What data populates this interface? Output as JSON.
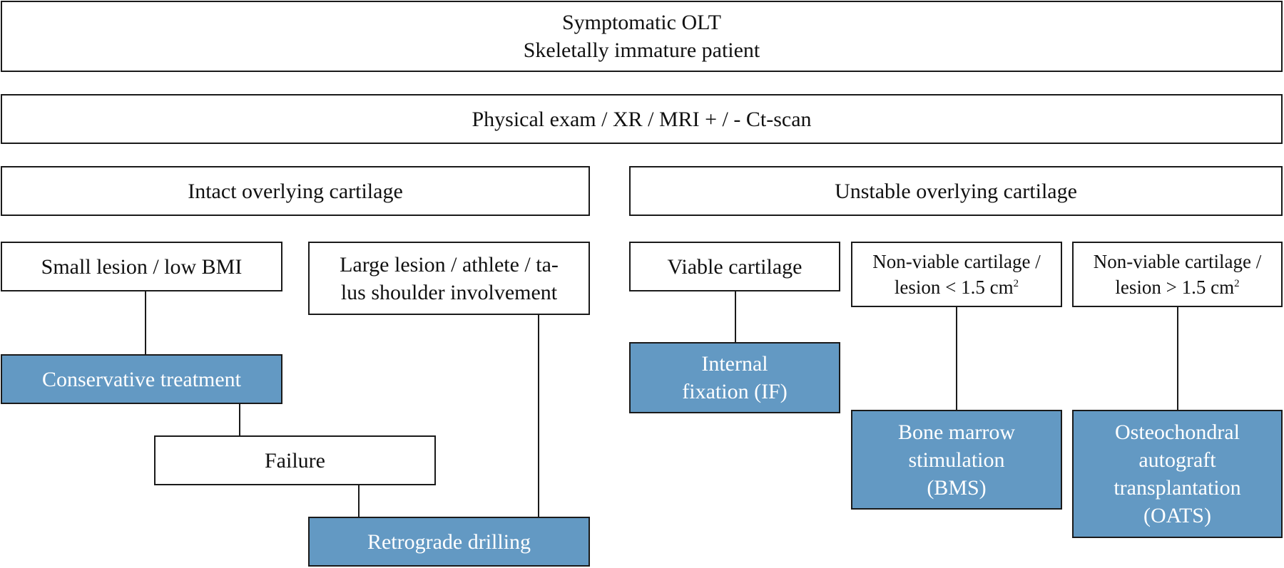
{
  "nodes": {
    "top": {
      "line1": "Symptomatic OLT",
      "line2": "Skeletally immature patient"
    },
    "diagnostics": {
      "text": "Physical exam / XR / MRI + / - Ct-scan"
    },
    "intact": {
      "text": "Intact overlying cartilage"
    },
    "unstable": {
      "text": "Unstable overlying cartilage"
    },
    "small_lesion": {
      "text": "Small lesion / low BMI"
    },
    "large_lesion": {
      "line1": "Large lesion / athlete / ta-",
      "line2": "lus shoulder involvement"
    },
    "viable": {
      "text": "Viable cartilage"
    },
    "nonviable_small": {
      "line1": "Non-viable cartilage /",
      "line2_prefix": "lesion < 1.5 cm",
      "line2_sup": "2"
    },
    "nonviable_large": {
      "line1": "Non-viable cartilage /",
      "line2_prefix": "lesion > 1.5 cm",
      "line2_sup": "2"
    },
    "conservative": {
      "text": "Conservative treatment"
    },
    "failure": {
      "text": "Failure"
    },
    "retrograde": {
      "text": "Retrograde drilling"
    },
    "internal_fixation": {
      "line1": "Internal",
      "line2": "fixation (IF)"
    },
    "bms": {
      "line1": "Bone marrow",
      "line2": "stimulation",
      "line3": "(BMS)"
    },
    "oats": {
      "line1": "Osteochondral",
      "line2": "autograft",
      "line3": "transplantation",
      "line4": "(OATS)"
    }
  },
  "colors": {
    "treatment_fill": "#6399c3",
    "border": "#1a1a1a"
  }
}
